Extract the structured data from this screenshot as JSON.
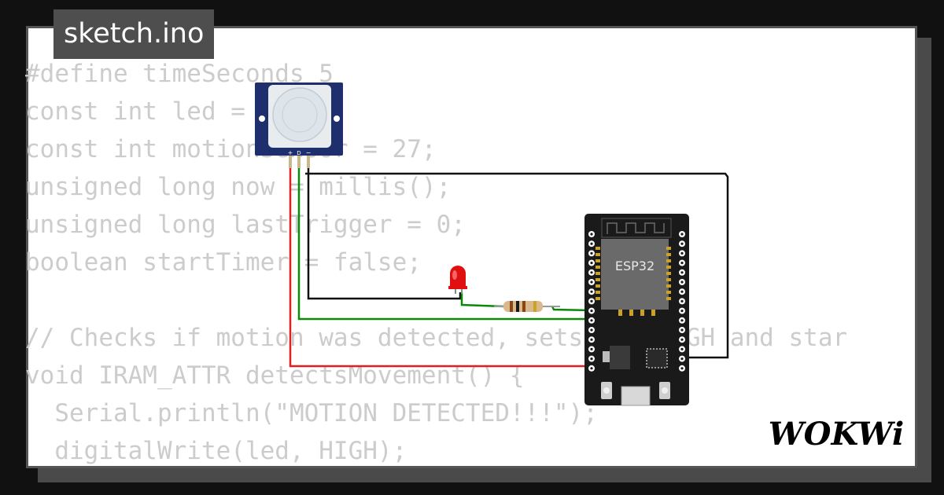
{
  "title": "sketch.ino",
  "code_lines": [
    "#define timeSeconds 5",
    "const int led = 26;",
    "const int motionSensor = 27;",
    "unsigned long now = millis();",
    "unsigned long lastTrigger = 0;",
    "boolean startTimer = false;",
    "",
    "// Checks if motion was detected, sets LED HIGH and star",
    "void IRAM_ATTR detectsMovement() {",
    "  Serial.println(\"MOTION DETECTED!!!\");",
    "  digitalWrite(led, HIGH);"
  ],
  "board": {
    "chip_label": "ESP32"
  },
  "pir": {
    "pin_labels": [
      "+",
      "D",
      "−"
    ]
  },
  "logo": {
    "text": "WOKWi"
  },
  "colors": {
    "wire_vcc": "#e02020",
    "wire_signal": "#0a8a0a",
    "wire_gnd": "#111111",
    "led": "#e01010",
    "pir_board": "#1f2f6e",
    "esp_board": "#1a1a1a"
  }
}
